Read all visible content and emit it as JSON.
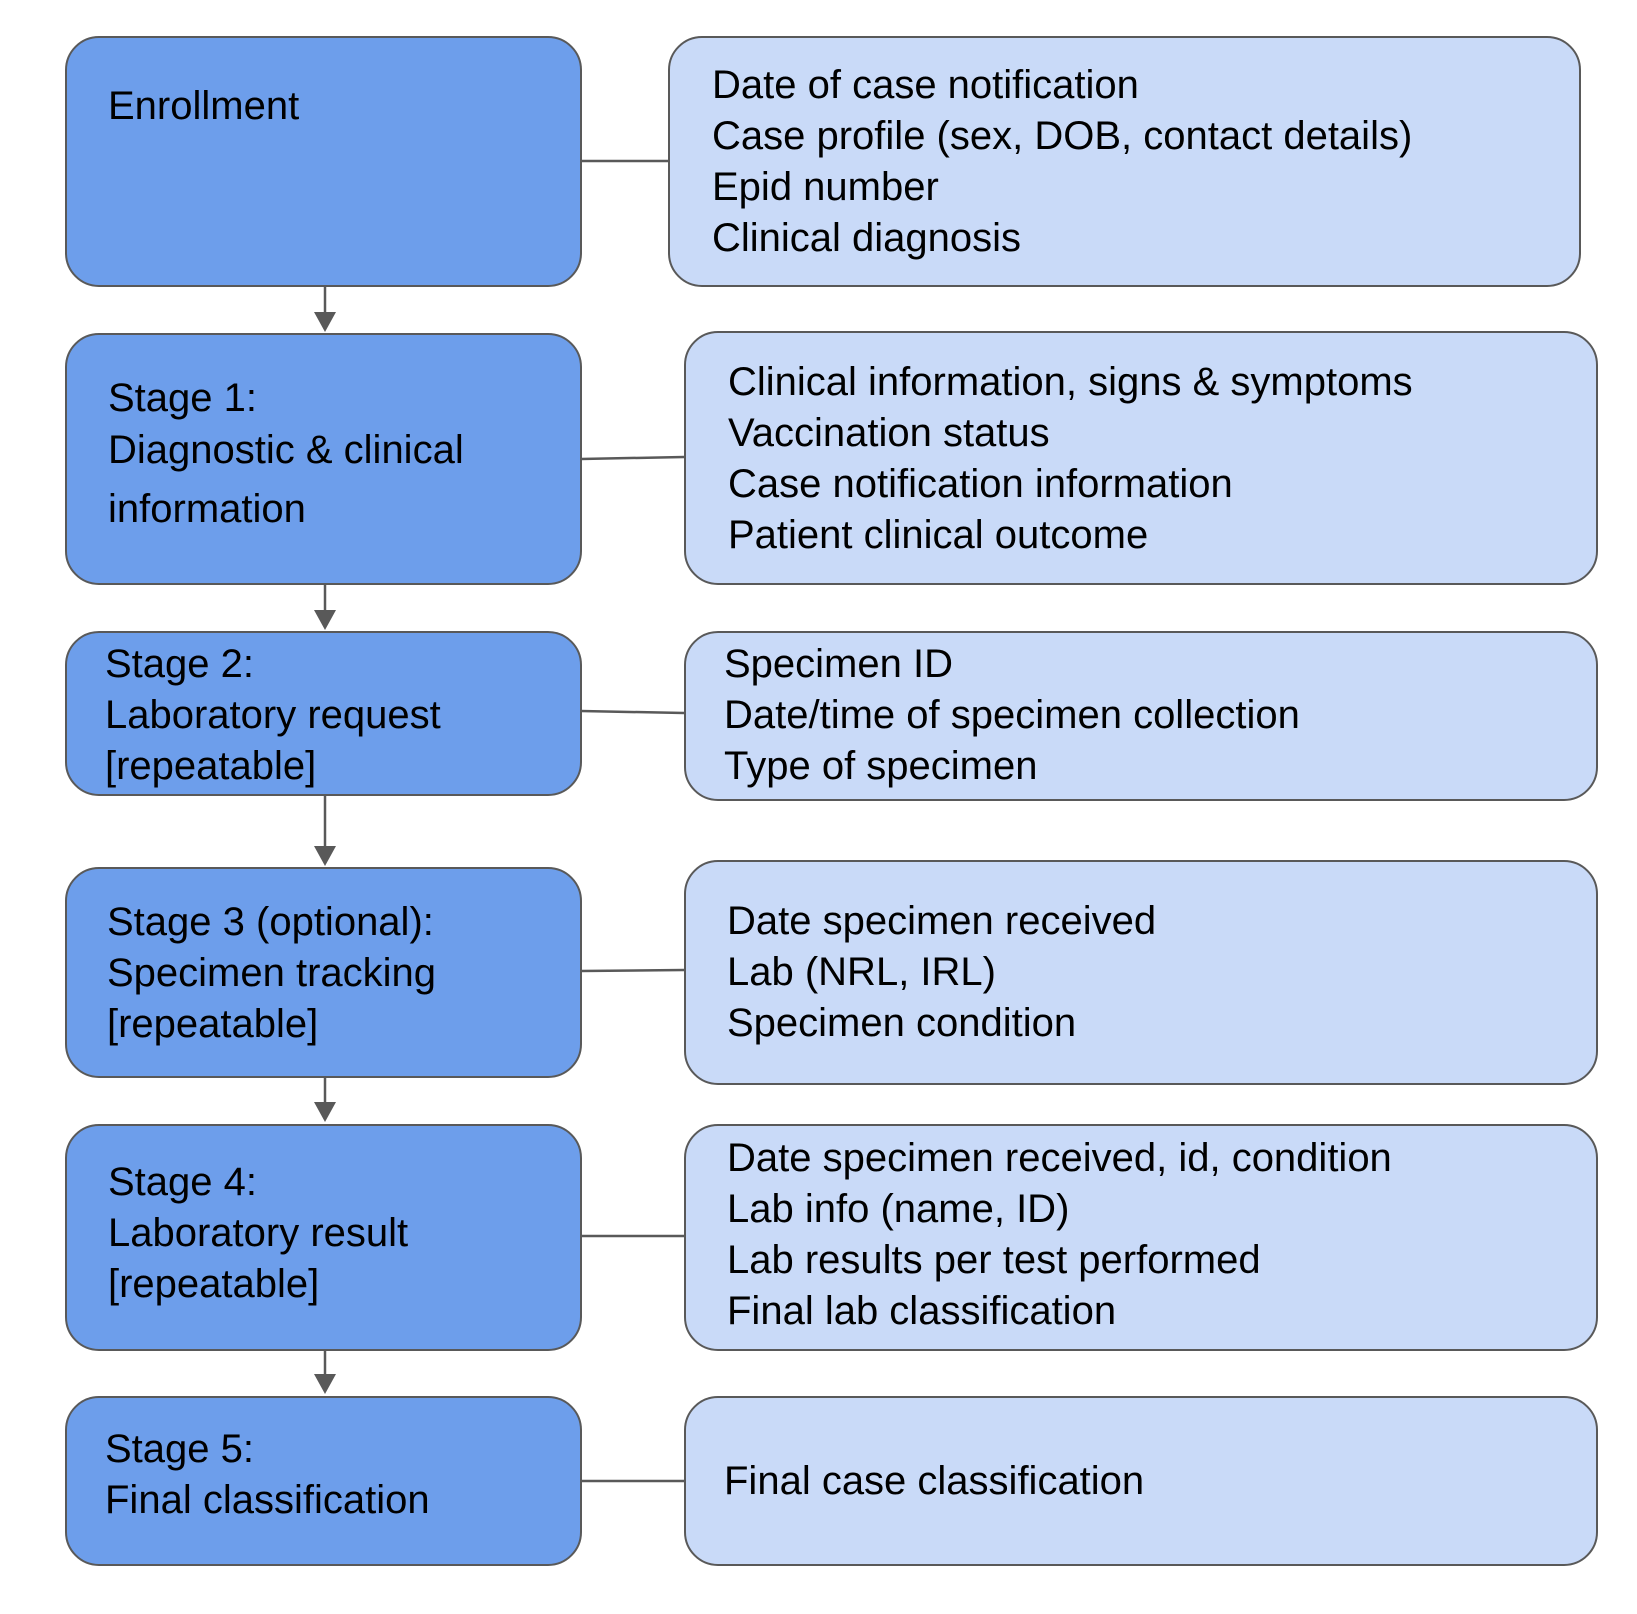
{
  "stages": [
    {
      "lines": [
        "Enrollment"
      ]
    },
    {
      "lines": [
        "Stage 1:",
        "Diagnostic & clinical",
        "information"
      ]
    },
    {
      "lines": [
        "Stage 2:",
        "Laboratory request",
        "[repeatable]"
      ]
    },
    {
      "lines": [
        "Stage 3 (optional):",
        "Specimen tracking",
        "[repeatable]"
      ]
    },
    {
      "lines": [
        "Stage 4:",
        "Laboratory result",
        "[repeatable]"
      ]
    },
    {
      "lines": [
        "Stage 5:",
        "Final classification"
      ]
    }
  ],
  "details": [
    {
      "lines": [
        "Date of case notification",
        "Case profile (sex, DOB, contact details)",
        "Epid number",
        "Clinical diagnosis"
      ]
    },
    {
      "lines": [
        "Clinical information, signs & symptoms",
        "Vaccination status",
        "Case notification information",
        "Patient clinical outcome"
      ]
    },
    {
      "lines": [
        "Specimen ID",
        "Date/time of specimen collection",
        "Type of specimen"
      ]
    },
    {
      "lines": [
        "Date specimen received",
        "Lab (NRL, IRL)",
        "Specimen condition"
      ]
    },
    {
      "lines": [
        "Date specimen received, id, condition",
        "Lab info (name, ID)",
        "Lab results per test performed",
        "Final lab classification"
      ]
    },
    {
      "lines": [
        "Final case classification"
      ]
    }
  ],
  "colors": {
    "stage_fill": "#6d9eeb",
    "detail_fill": "#c9daf8",
    "border": "#595959",
    "connector": "#595959"
  }
}
